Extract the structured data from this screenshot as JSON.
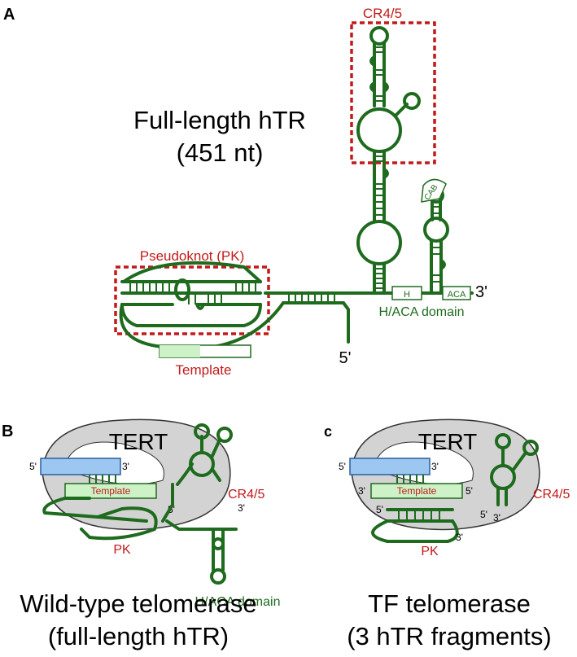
{
  "panel_a": {
    "letter": "A",
    "title_line1": "Full-length hTR",
    "title_line2": "(451 nt)",
    "cr45_label": "CR4/5",
    "pk_label": "Pseudoknot (PK)",
    "template_label": "Template",
    "haca_label": "H/ACA domain",
    "h_box": "H",
    "aca_box": "ACA",
    "cab_box": "CAB",
    "three_prime": "3'",
    "five_prime": "5'"
  },
  "panel_b": {
    "letter": "B",
    "tert": "TERT",
    "dna_5": "5'",
    "dna_3": "3'",
    "template": "Template",
    "rna_5": "5'",
    "rna_3": "3'",
    "cr45": "CR4/5",
    "pk": "PK",
    "haca": "H/ACA domain",
    "caption_line1": "Wild-type telomerase",
    "caption_line2": "(full-length hTR)"
  },
  "panel_c": {
    "letter": "c",
    "tert": "TERT",
    "dna_5": "5'",
    "dna_3": "3'",
    "tmpl_3": "3'",
    "template": "Template",
    "tmpl_5": "5'",
    "cr45_5": "5'",
    "cr45_3": "3'",
    "cr45": "CR4/5",
    "pk_5": "5'",
    "pk_3": "3'",
    "pk": "PK",
    "caption_line1": "TF telomerase",
    "caption_line2": "(3 hTR fragments)"
  },
  "colors": {
    "rna_green": "#1e6b1e",
    "label_red": "#c21a1a",
    "dna_blue": "#9cc7f0",
    "template_green": "#cdf2c8",
    "tert_gray": "#d3d3d3"
  }
}
